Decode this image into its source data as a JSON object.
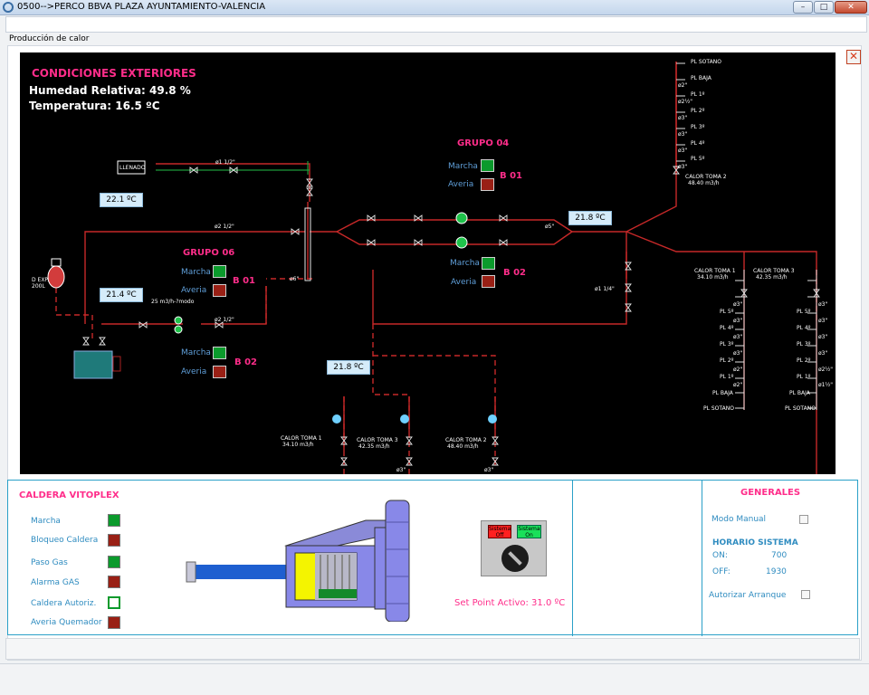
{
  "window": {
    "title": "0500-->PERCO BBVA PLAZA AYUNTAMIENTO-VALENCIA",
    "min": "–",
    "max": "□",
    "close": "✕"
  },
  "subtitle": "Producción de calor",
  "exterior": {
    "title": "CONDICIONES EXTERIORES",
    "humedad": "Humedad Relativa:  49.8 %",
    "temperatura": "Temperatura: 16.5 ºC"
  },
  "temps": {
    "t1": "22.1 ºC",
    "t2": "21.4 ºC",
    "t3": "21.8 ºC",
    "t4": "21.8 ºC"
  },
  "grupo04": {
    "title": "GRUPO 04",
    "marcha": "Marcha",
    "averia": "Averia",
    "b01": "B 01",
    "b02": "B 02"
  },
  "grupo06": {
    "title": "GRUPO 06",
    "marcha": "Marcha",
    "averia": "Averia",
    "b01": "B 01",
    "b02": "B 02"
  },
  "piping": {
    "llenado": "LLENADO",
    "d112a": "ø1 1/2\"",
    "d212a": "ø2 1/2\"",
    "d212b": "ø2 1/2\"",
    "d5": "ø5\"",
    "d6": "ø6\"",
    "d114": "ø1 1/4\"",
    "caudal": "25 m3/h-?modo",
    "expansion": "D EXP. 200L",
    "calor1_label": "CALOR TOMA 1",
    "calor1_val": "34.10 m3/h",
    "calor2_label": "CALOR TOMA 2",
    "calor2_val": "48.40 m3/h",
    "calor3_label": "CALOR TOMA 3",
    "calor3_val": "42.35 m3/h",
    "d3": "ø3\""
  },
  "riser_top": [
    "PL SOTANO",
    "PL BAJA",
    "ø2\"",
    "PL 1º",
    "ø2½\"",
    "PL 2º",
    "ø3\"",
    "PL 3º",
    "ø3\"",
    "PL 4º",
    "ø3\"",
    "PL 5º",
    "ø3\""
  ],
  "riser_left": [
    "ø3\"",
    "PL 5º",
    "ø3\"",
    "PL 4º",
    "ø3\"",
    "PL 3º",
    "ø3\"",
    "PL 2º",
    "ø2\"",
    "PL 1º",
    "ø2\"",
    "PL BAJA",
    "PL SOTANO"
  ],
  "riser_right": [
    "ø3\"",
    "PL 5º",
    "ø3\"",
    "PL 4º",
    "ø3\"",
    "PL 3º",
    "ø3\"",
    "PL 2º",
    "ø2½\"",
    "PL 1º",
    "ø1½\"",
    "PL BAJA",
    "PL SOTANO"
  ],
  "caldera": {
    "title": "CALDERA VITOPLEX",
    "items": [
      {
        "label": "Marcha",
        "state": "green"
      },
      {
        "label": "Bloqueo Caldera",
        "state": "red"
      },
      {
        "label": "Paso Gas",
        "state": "green"
      },
      {
        "label": "Alarma GAS",
        "state": "red"
      },
      {
        "label": "Caldera Autoriz.",
        "state": "white"
      },
      {
        "label": "Averia Quemador",
        "state": "red"
      }
    ]
  },
  "selector": {
    "left": "Sistema Off",
    "right": "Sistema On"
  },
  "setpoint": "Set Point Activo: 31.0 ºC",
  "generales": {
    "title": "GENERALES",
    "modo_manual": "Modo Manual",
    "horario": "HORARIO SISTEMA",
    "on_label": "ON:",
    "on_val": "700",
    "off_label": "OFF:",
    "off_val": "1930",
    "autorizar": "Autorizar Arranque"
  }
}
